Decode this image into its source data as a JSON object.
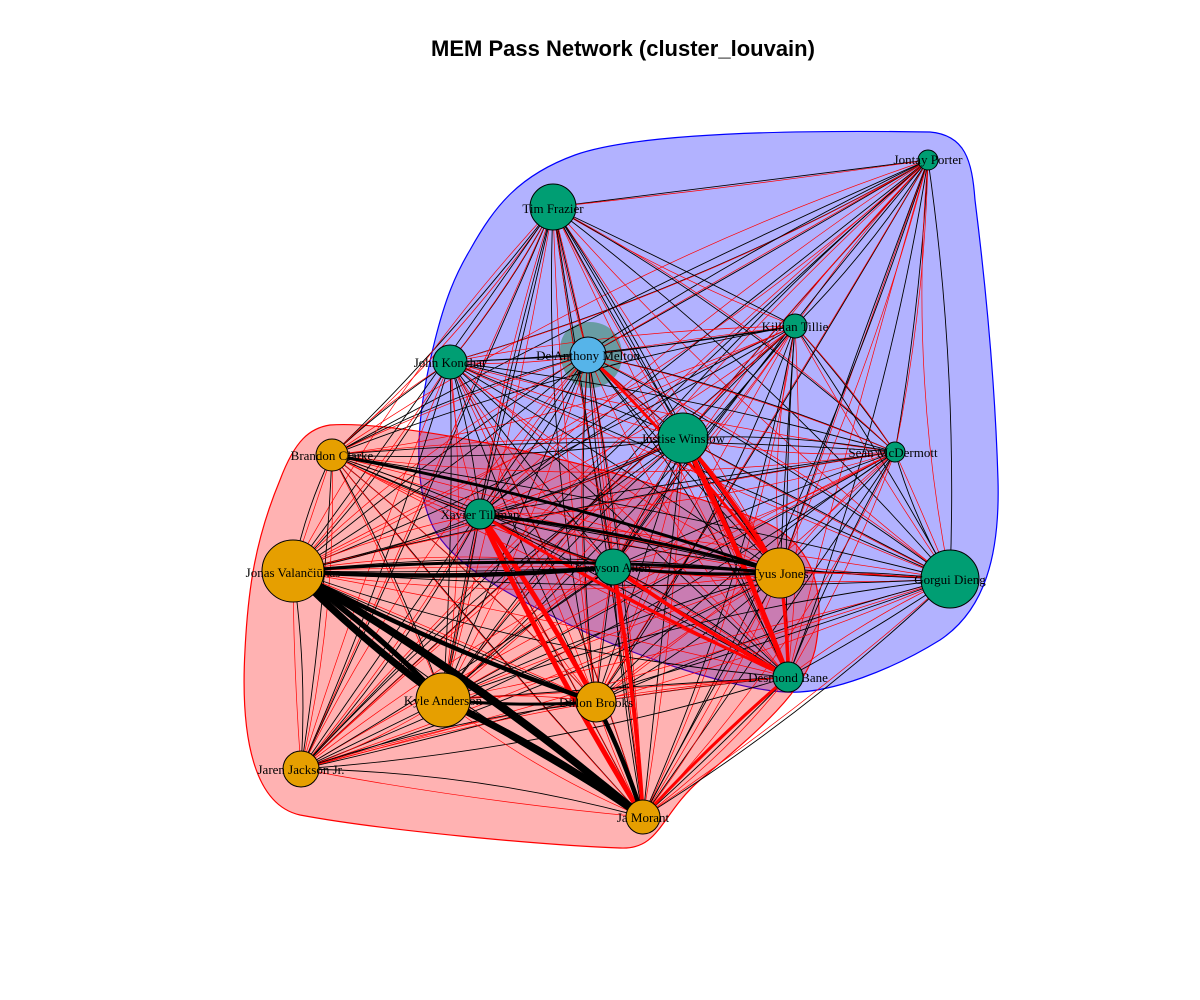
{
  "title": "MEM Pass Network (cluster_louvain)",
  "colors": {
    "cluster_blue_fill": "#b3b3f7",
    "cluster_blue_border": "#1a1af0",
    "cluster_red_fill": "#f9b3b3",
    "cluster_red_border": "#e01a1a",
    "cluster_teal_fill": "#7fbfb0",
    "node_green": "#009e73",
    "node_orange": "#e69f00",
    "node_lightblue": "#56b4e9",
    "edge_black": "#000000",
    "edge_red": "#ff0000"
  },
  "clusters": [
    {
      "id": "blue",
      "color": "#b3b3f7"
    },
    {
      "id": "red",
      "color": "#f9b3b3"
    },
    {
      "id": "teal",
      "color": "#7fbfb0"
    }
  ],
  "nodes": [
    {
      "id": "jontay",
      "label": "Jontay Porter",
      "group": "green"
    },
    {
      "id": "tim",
      "label": "Tim Frazier",
      "group": "green"
    },
    {
      "id": "killian",
      "label": "Killian Tillie",
      "group": "green"
    },
    {
      "id": "deanthony",
      "label": "De'Anthony Melton",
      "group": "lightblue"
    },
    {
      "id": "john",
      "label": "John Konchar",
      "group": "green"
    },
    {
      "id": "justise",
      "label": "Justise Winslow",
      "group": "green"
    },
    {
      "id": "sean",
      "label": "Sean McDermott",
      "group": "green"
    },
    {
      "id": "brandon",
      "label": "Brandon Clarke",
      "group": "orange"
    },
    {
      "id": "xavier",
      "label": "Xavier Tillman",
      "group": "green"
    },
    {
      "id": "grayson",
      "label": "Grayson Allen",
      "group": "green"
    },
    {
      "id": "tyus",
      "label": "Tyus Jones",
      "group": "orange"
    },
    {
      "id": "gorgui",
      "label": "Gorgui Dieng",
      "group": "green"
    },
    {
      "id": "jonas",
      "label": "Jonas Valančiūnas",
      "group": "orange"
    },
    {
      "id": "desmond",
      "label": "Desmond Bane",
      "group": "green"
    },
    {
      "id": "kyle",
      "label": "Kyle Anderson",
      "group": "orange"
    },
    {
      "id": "dillon",
      "label": "Dillon Brooks",
      "group": "orange"
    },
    {
      "id": "jaren",
      "label": "Jaren Jackson Jr.",
      "group": "orange"
    },
    {
      "id": "ja",
      "label": "Ja Morant",
      "group": "orange"
    }
  ],
  "heavy_edges": [
    [
      "jonas",
      "ja"
    ],
    [
      "jonas",
      "kyle"
    ],
    [
      "kyle",
      "ja"
    ],
    [
      "jonas",
      "dillon"
    ],
    [
      "dillon",
      "ja"
    ],
    [
      "jonas",
      "grayson"
    ],
    [
      "xavier",
      "tyus"
    ],
    [
      "grayson",
      "tyus"
    ],
    [
      "brandon",
      "tyus"
    ],
    [
      "kyle",
      "dillon"
    ],
    [
      "jonas",
      "tyus"
    ]
  ],
  "red_heavy_edges": [
    [
      "ja",
      "desmond"
    ],
    [
      "ja",
      "grayson"
    ],
    [
      "ja",
      "xavier"
    ],
    [
      "desmond",
      "tyus"
    ],
    [
      "justise",
      "tyus"
    ],
    [
      "dillon",
      "xavier"
    ],
    [
      "deanthony",
      "tyus"
    ],
    [
      "grayson",
      "desmond"
    ],
    [
      "justise",
      "desmond"
    ],
    [
      "xavier",
      "desmond"
    ]
  ]
}
